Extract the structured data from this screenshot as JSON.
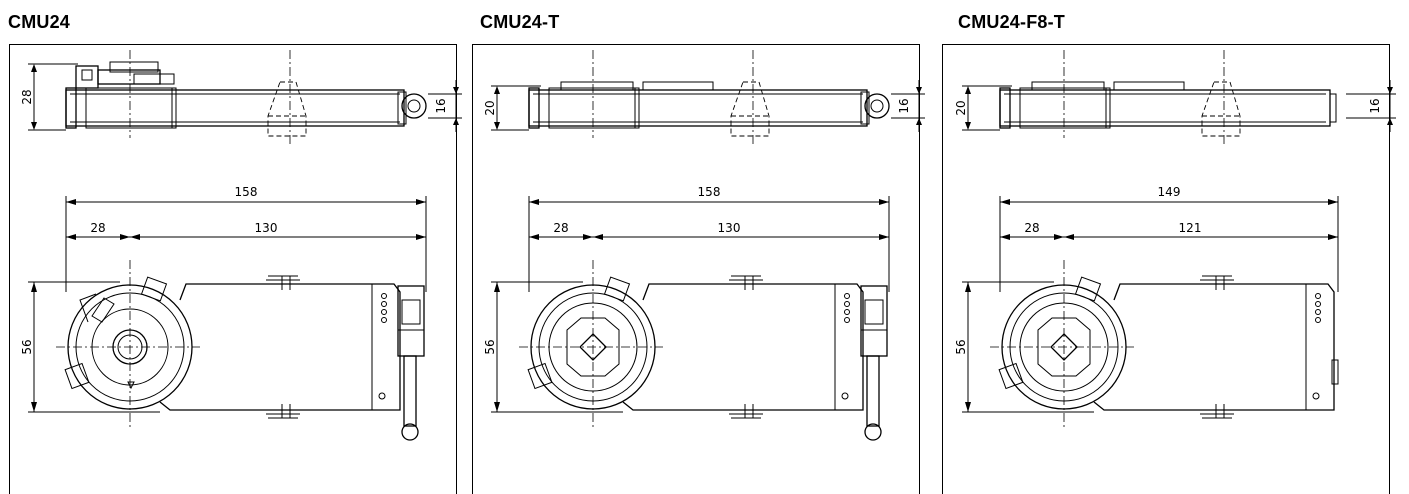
{
  "panels": [
    {
      "title": "CMU24",
      "side_left": "28",
      "side_right": "16",
      "overall_width": "158",
      "offset_left": "28",
      "offset_right": "130",
      "height": "56",
      "shaft": "round",
      "has_lever": true
    },
    {
      "title": "CMU24-T",
      "side_left": "20",
      "side_right": "16",
      "overall_width": "158",
      "offset_left": "28",
      "offset_right": "130",
      "height": "56",
      "shaft": "square",
      "has_lever": true
    },
    {
      "title": "CMU24-F8-T",
      "side_left": "20",
      "side_right": "16",
      "overall_width": "149",
      "offset_left": "28",
      "offset_right": "121",
      "height": "56",
      "shaft": "square",
      "has_lever": false
    }
  ]
}
